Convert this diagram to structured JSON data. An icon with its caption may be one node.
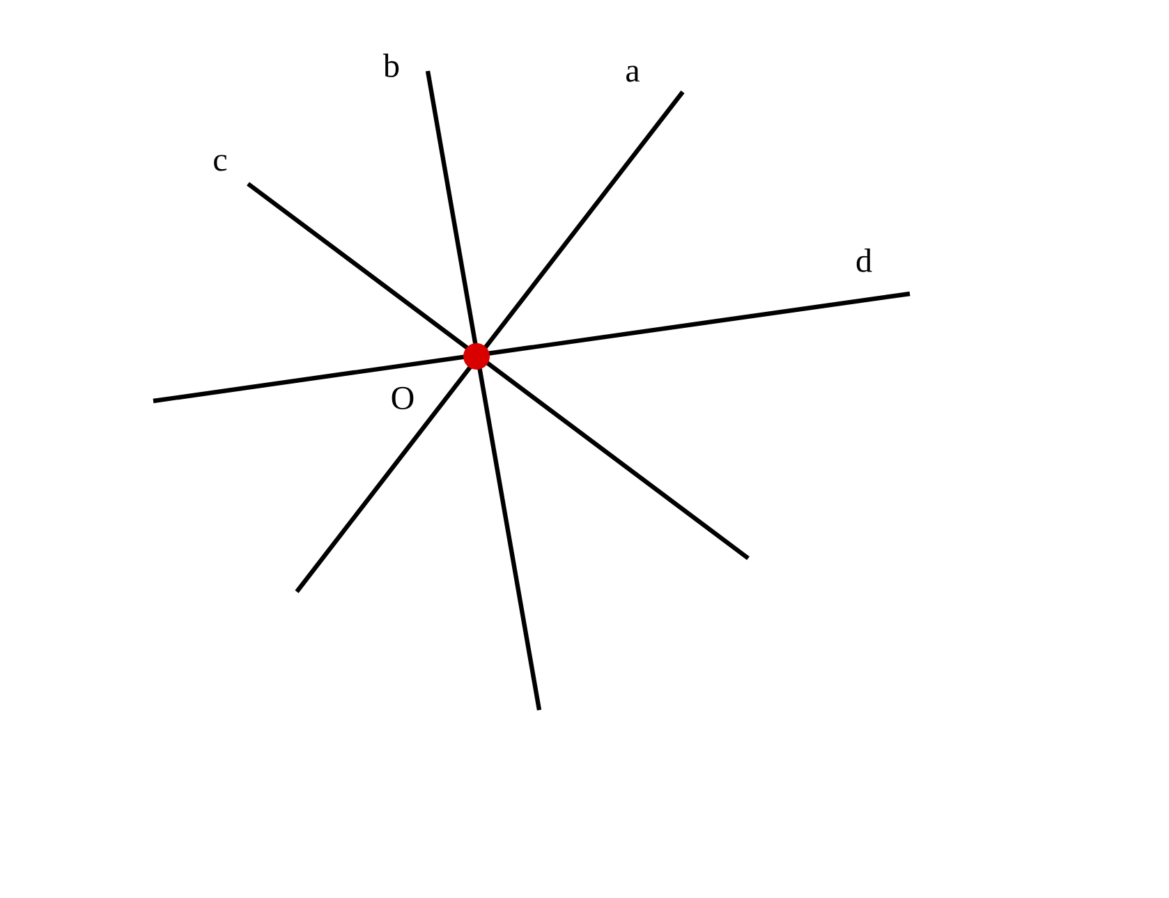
{
  "diagram": {
    "labels": [
      "b",
      "a",
      "c",
      "d",
      "O"
    ]
  }
}
